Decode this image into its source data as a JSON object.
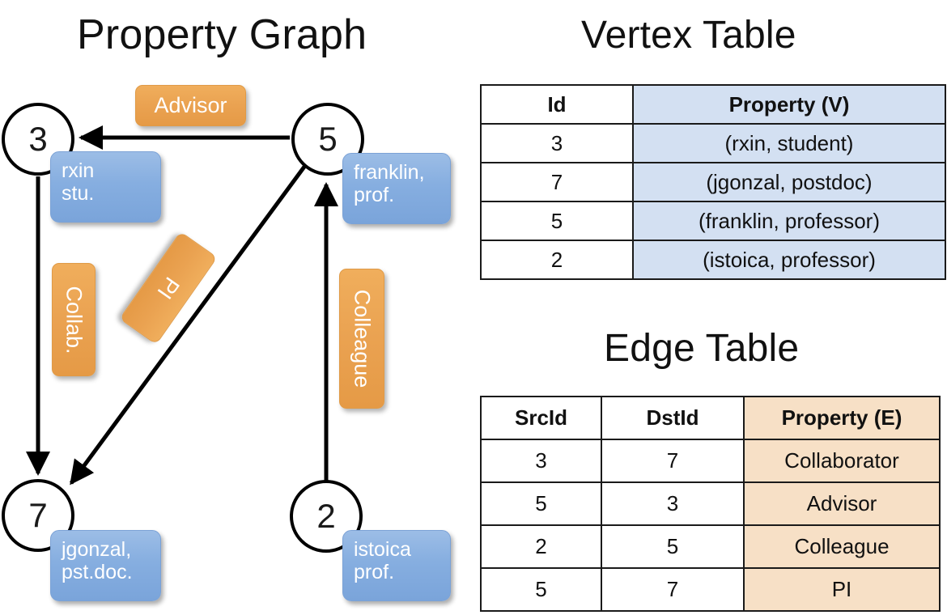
{
  "graph": {
    "title": "Property Graph",
    "nodes": [
      {
        "id": "3",
        "prop_line1": "rxin",
        "prop_line2": "stu."
      },
      {
        "id": "5",
        "prop_line1": "franklin,",
        "prop_line2": "prof."
      },
      {
        "id": "7",
        "prop_line1": "jgonzal,",
        "prop_line2": "pst.doc."
      },
      {
        "id": "2",
        "prop_line1": "istoica",
        "prop_line2": "prof."
      }
    ],
    "edge_labels": [
      {
        "text": "Advisor",
        "orientation": "horizontal"
      },
      {
        "text": "Collab.",
        "orientation": "vertical"
      },
      {
        "text": "PI",
        "orientation": "diagonal"
      },
      {
        "text": "Colleague",
        "orientation": "vertical"
      }
    ],
    "edges": [
      {
        "from": "5",
        "to": "3",
        "label": "Advisor"
      },
      {
        "from": "3",
        "to": "7",
        "label": "Collab."
      },
      {
        "from": "5",
        "to": "7",
        "label": "PI"
      },
      {
        "from": "2",
        "to": "5",
        "label": "Colleague"
      }
    ]
  },
  "vertex_table": {
    "title": "Vertex Table",
    "headers": [
      "Id",
      "Property (V)"
    ],
    "rows": [
      {
        "id": "3",
        "property": "(rxin, student)"
      },
      {
        "id": "7",
        "property": "(jgonzal, postdoc)"
      },
      {
        "id": "5",
        "property": "(franklin, professor)"
      },
      {
        "id": "2",
        "property": "(istoica, professor)"
      }
    ]
  },
  "edge_table": {
    "title": "Edge Table",
    "headers": [
      "SrcId",
      "DstId",
      "Property (E)"
    ],
    "rows": [
      {
        "src": "3",
        "dst": "7",
        "property": "Collaborator"
      },
      {
        "src": "5",
        "dst": "3",
        "property": "Advisor"
      },
      {
        "src": "2",
        "dst": "5",
        "property": "Colleague"
      },
      {
        "src": "5",
        "dst": "7",
        "property": "PI"
      }
    ]
  },
  "colors": {
    "vertex_fill": "#d3e0f2",
    "edge_fill": "#f7e0c6",
    "node_box_blue": "#86aee0",
    "label_box_orange": "#eaa251",
    "stroke": "#1a1a1a"
  }
}
